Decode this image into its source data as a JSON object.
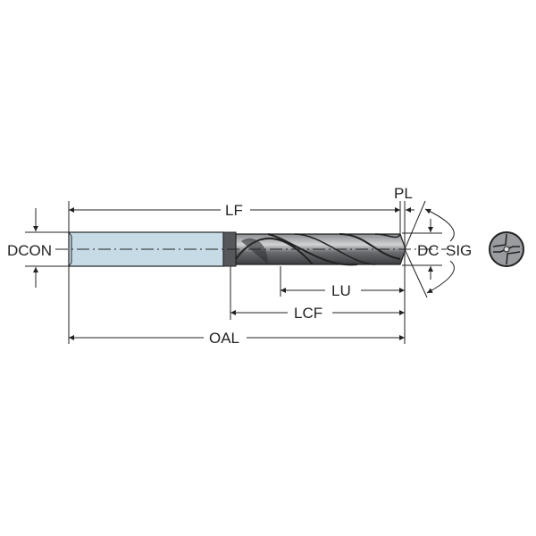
{
  "labels": {
    "lf": "LF",
    "pl": "PL",
    "dcon": "DCON",
    "dc": "DC",
    "sig": "SIG",
    "lu": "LU",
    "lcf": "LCF",
    "oal": "OAL"
  },
  "colors": {
    "shank": "#c7dbe7",
    "body": "#5a5c60",
    "line": "#222222"
  }
}
